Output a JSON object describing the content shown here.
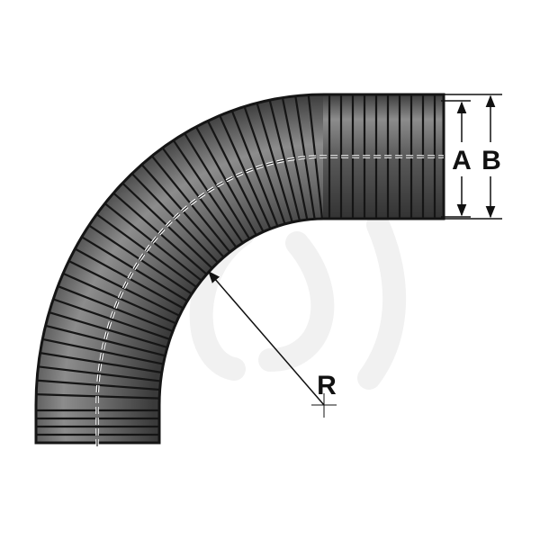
{
  "diagram": {
    "labels": {
      "inner_diameter": "A",
      "outer_diameter": "B",
      "radius": "R"
    },
    "colors": {
      "tube": "#4a4a4a",
      "tube_light": "#8a8a8a",
      "rib": "#151515",
      "centerline": "#ffffff",
      "dimension": "#111111"
    }
  }
}
